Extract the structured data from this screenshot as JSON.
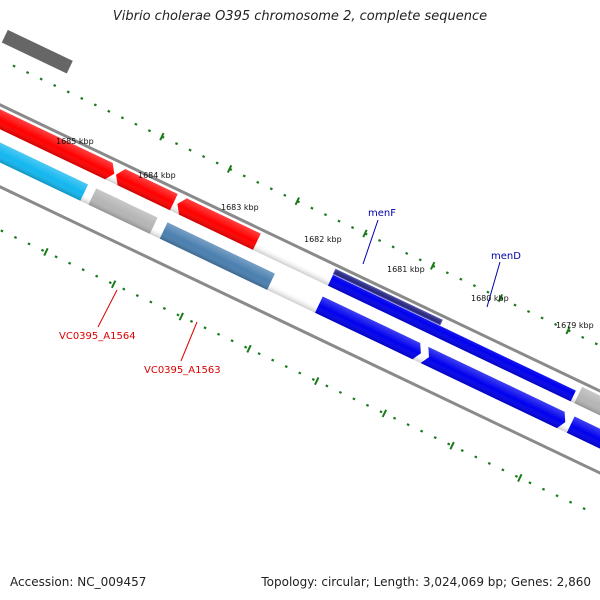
{
  "title": "Vibrio cholerae O395 chromosome 2, complete sequence",
  "footer": {
    "accession": "Accession: NC_009457",
    "summary": "Topology: circular; Length: 3,024,069 bp; Genes: 2,860"
  },
  "ticks": [
    "1685 kbp",
    "1684 kbp",
    "1683 kbp",
    "1682 kbp",
    "1681 kbp",
    "1680 kbp",
    "1679 kbp"
  ],
  "gene_labels": [
    {
      "text": "menF",
      "color": "#0000aa"
    },
    {
      "text": "menD",
      "color": "#0000aa"
    },
    {
      "text": "VC0395_A1564",
      "color": "#dd0000"
    },
    {
      "text": "VC0395_A1563",
      "color": "#dd0000"
    }
  ],
  "colors": {
    "backbone": "#8a8a8a",
    "tick": "#1a7a1a",
    "red_gene": "#ff0000",
    "blue_gene": "#0000ee",
    "navy_gene": "#000066",
    "cyan_gene": "#12b7f0",
    "steel_gene": "#4a7fb0",
    "gray_gene": "#b5b5b5"
  }
}
